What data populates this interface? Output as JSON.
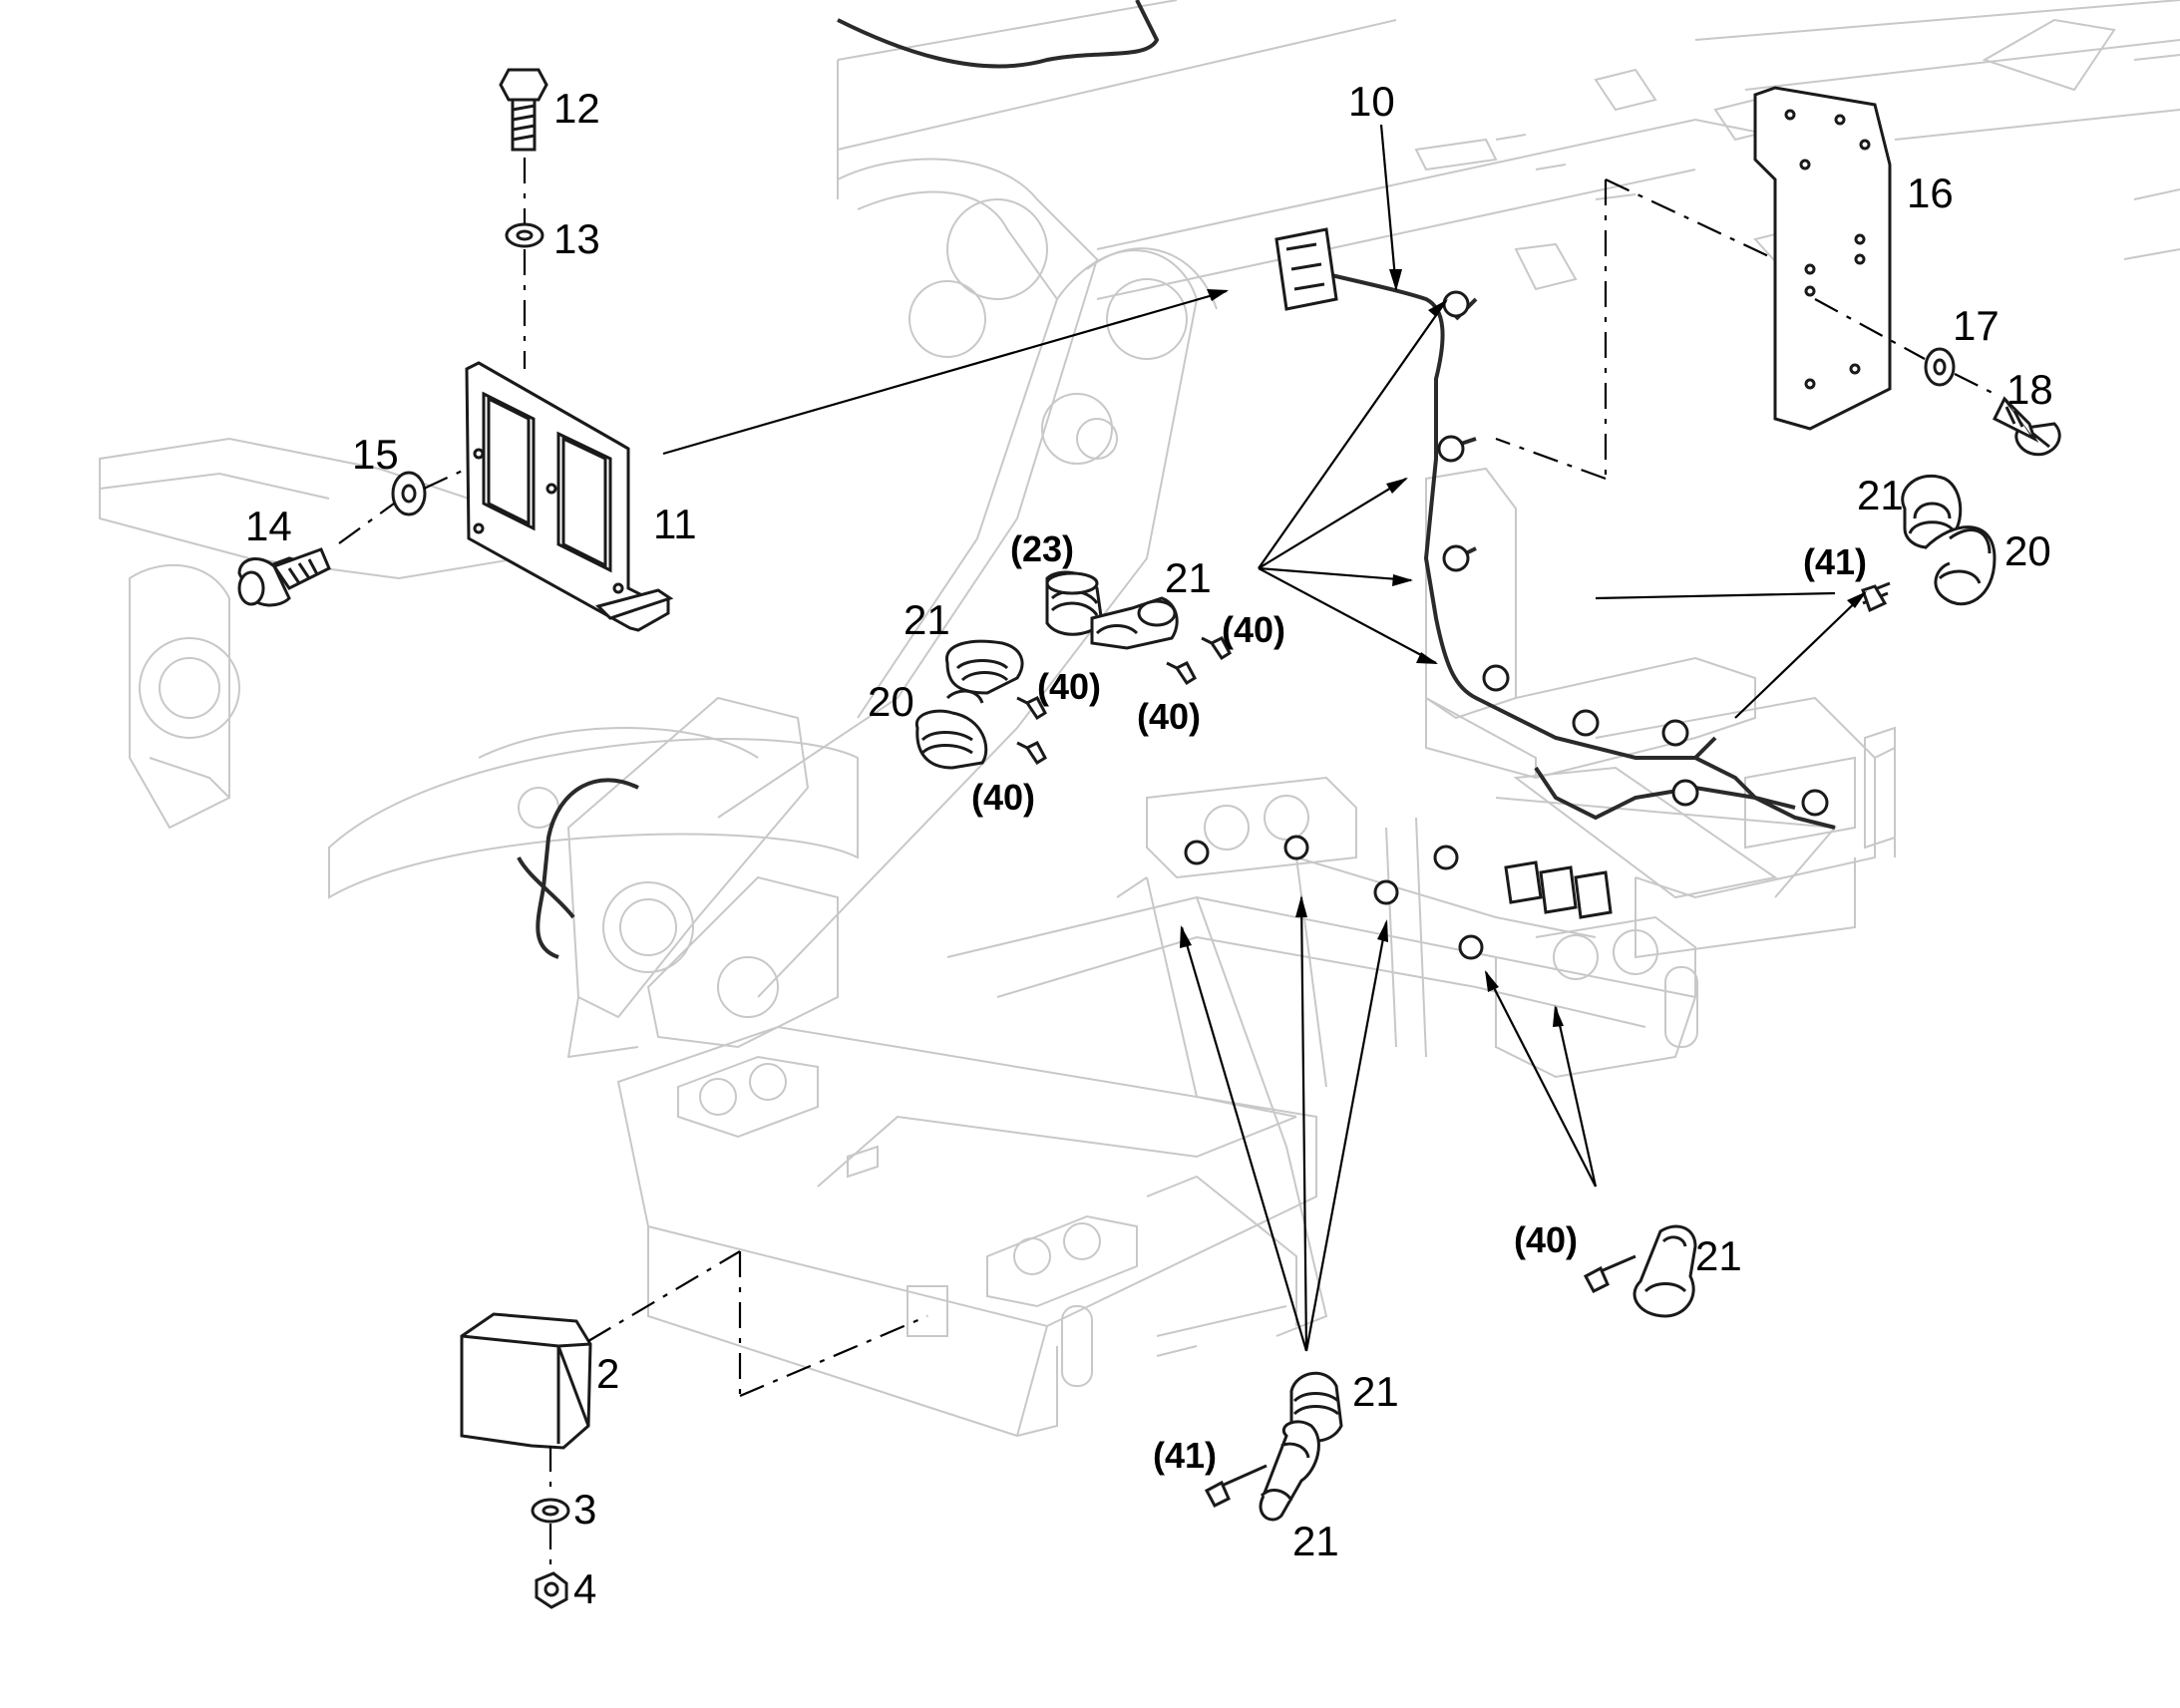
{
  "callouts": [
    {
      "id": "c2",
      "text": "2"
    },
    {
      "id": "c3",
      "text": "3"
    },
    {
      "id": "c4",
      "text": "4"
    },
    {
      "id": "c10",
      "text": "10"
    },
    {
      "id": "c11",
      "text": "11"
    },
    {
      "id": "c12",
      "text": "12"
    },
    {
      "id": "c13",
      "text": "13"
    },
    {
      "id": "c14",
      "text": "14"
    },
    {
      "id": "c15",
      "text": "15"
    },
    {
      "id": "c16",
      "text": "16"
    },
    {
      "id": "c17",
      "text": "17"
    },
    {
      "id": "c18",
      "text": "18"
    },
    {
      "id": "c20a",
      "text": "20"
    },
    {
      "id": "c20b",
      "text": "20"
    },
    {
      "id": "c21a",
      "text": "21"
    },
    {
      "id": "c21b",
      "text": "21"
    },
    {
      "id": "c21c",
      "text": "21"
    },
    {
      "id": "c21d",
      "text": "21"
    },
    {
      "id": "c21e",
      "text": "21"
    },
    {
      "id": "c21f",
      "text": "21"
    }
  ],
  "ref_callouts": [
    {
      "id": "r23",
      "text": "(23)"
    },
    {
      "id": "r40a",
      "text": "(40)"
    },
    {
      "id": "r40b",
      "text": "(40)"
    },
    {
      "id": "r40c",
      "text": "(40)"
    },
    {
      "id": "r40d",
      "text": "(40)"
    },
    {
      "id": "r40e",
      "text": "(40)"
    },
    {
      "id": "r41a",
      "text": "(41)"
    },
    {
      "id": "r41b",
      "text": "(41)"
    }
  ]
}
